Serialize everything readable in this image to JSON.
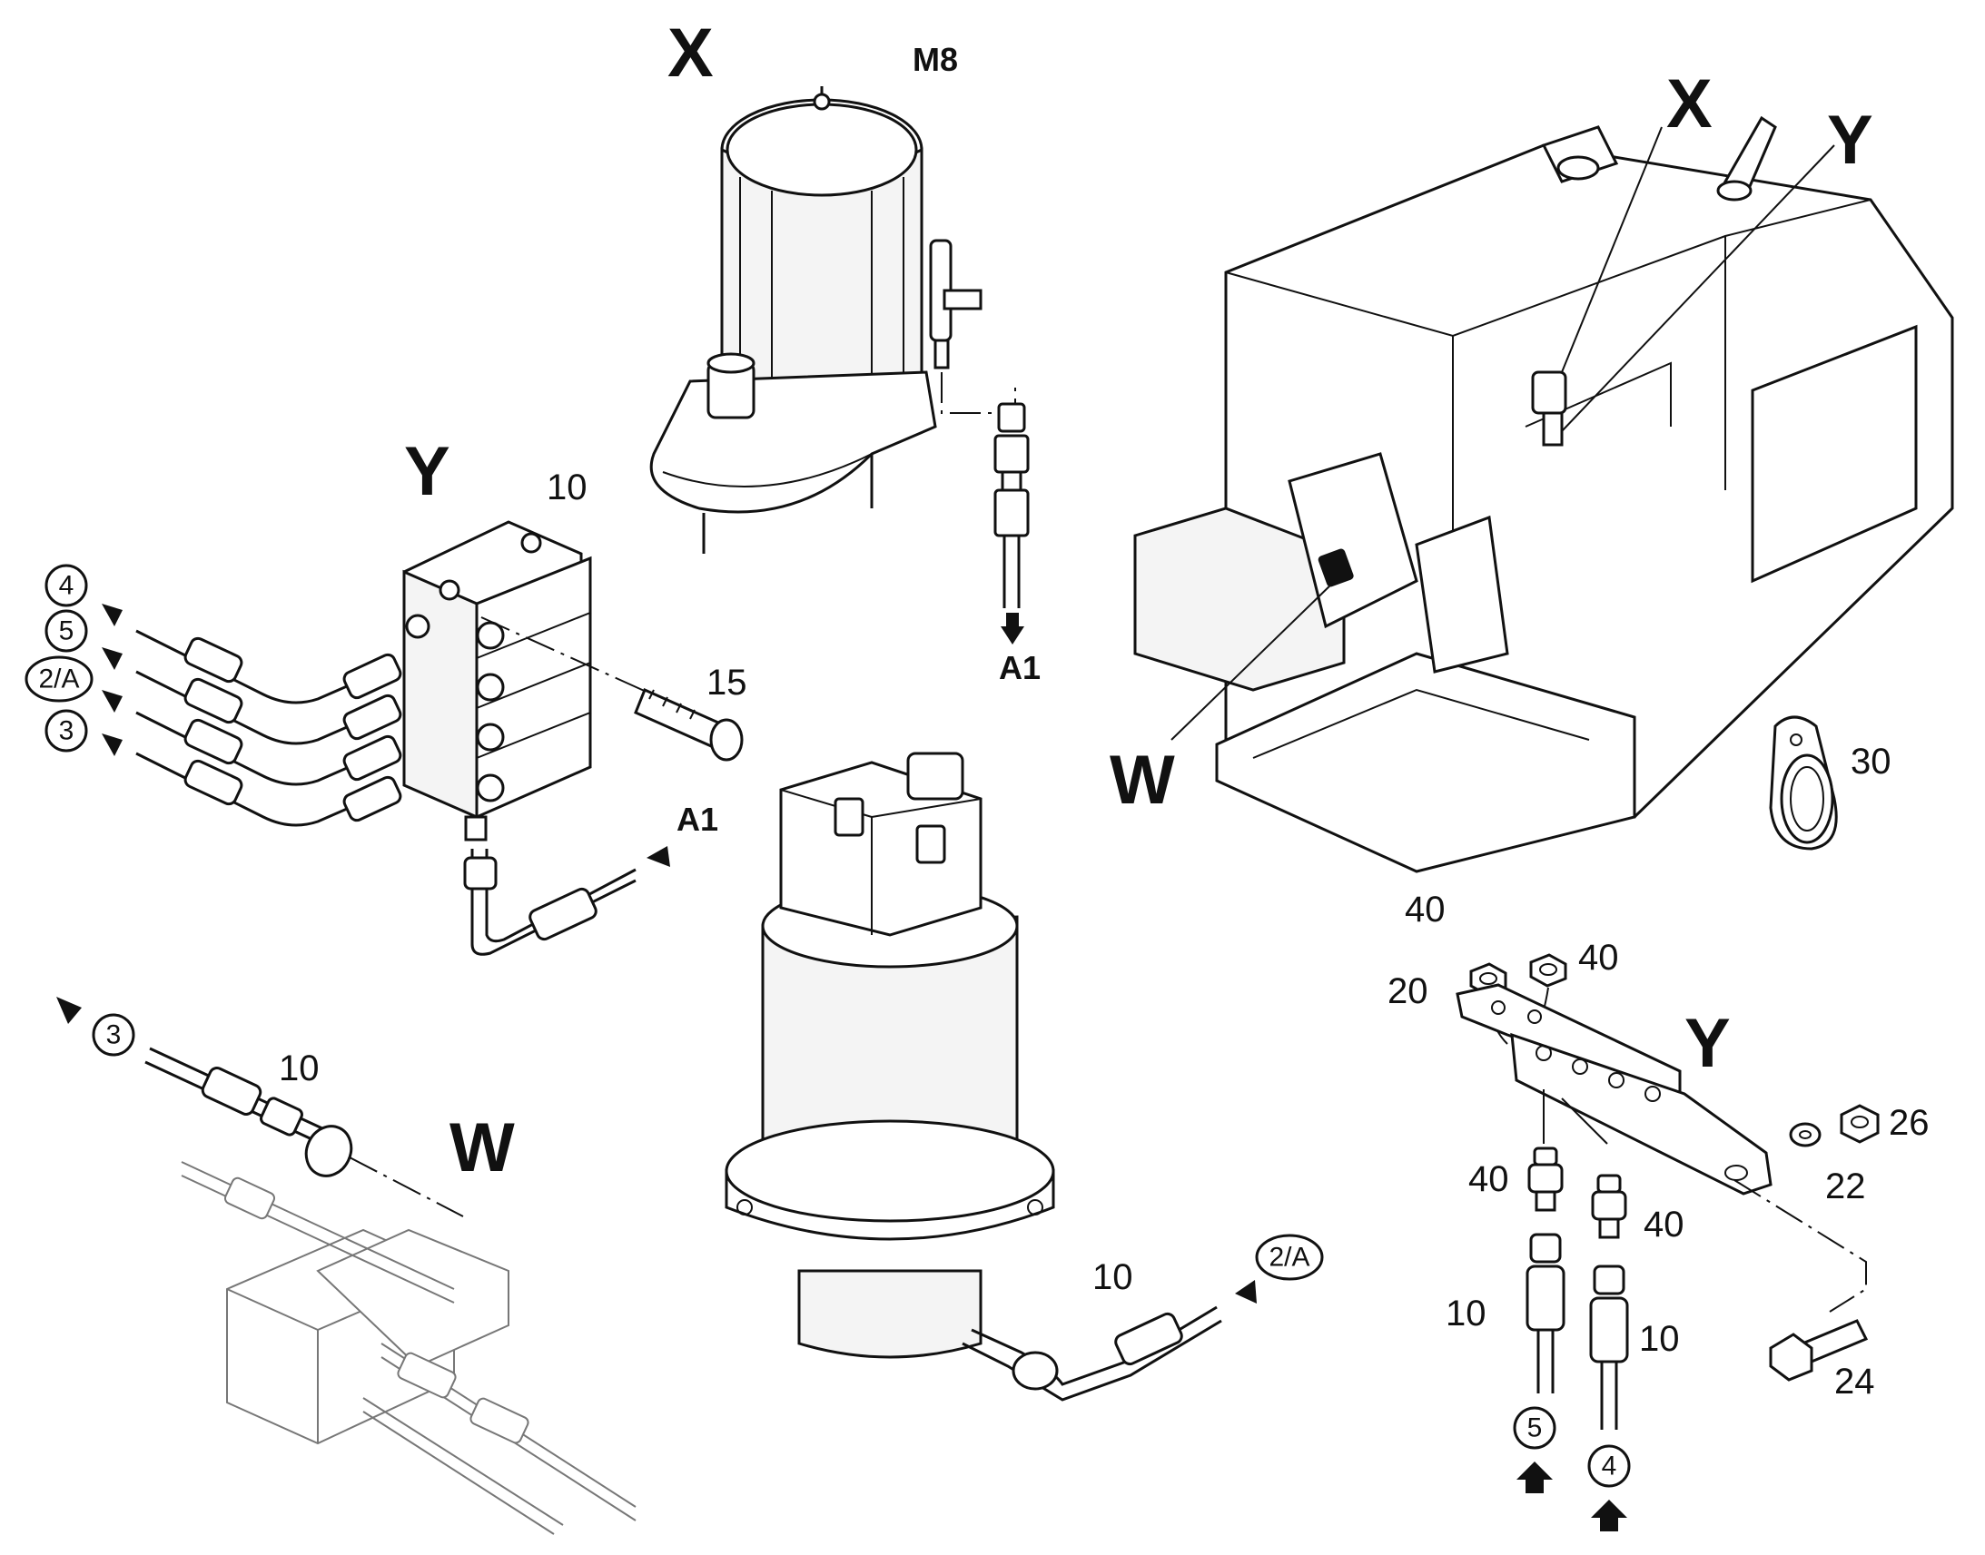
{
  "views": {
    "x_title": "X",
    "x_tag": "M8",
    "y_title": "Y",
    "w_title": "W",
    "y2_title": "Y",
    "overview_x": "X",
    "overview_y": "Y",
    "overview_w": "W"
  },
  "ports": {
    "p4": "4",
    "p5": "5",
    "p2a": "2/A",
    "p3": "3",
    "w3": "3",
    "swing_2a": "2/A",
    "b5": "5",
    "b4": "4"
  },
  "connections": {
    "a1_top": "A1",
    "a1_mid": "A1"
  },
  "part_numbers": {
    "n10_block": "10",
    "n15": "15",
    "n30": "30",
    "n10_w": "10",
    "n10_swing": "10",
    "n40_a": "40",
    "n40_b": "40",
    "n20": "20",
    "n26": "26",
    "n22": "22",
    "n40_c": "40",
    "n40_d": "40",
    "n10_c": "10",
    "n10_d": "10",
    "n24": "24"
  },
  "colors": {
    "ink": "#111111",
    "paper": "#ffffff"
  }
}
